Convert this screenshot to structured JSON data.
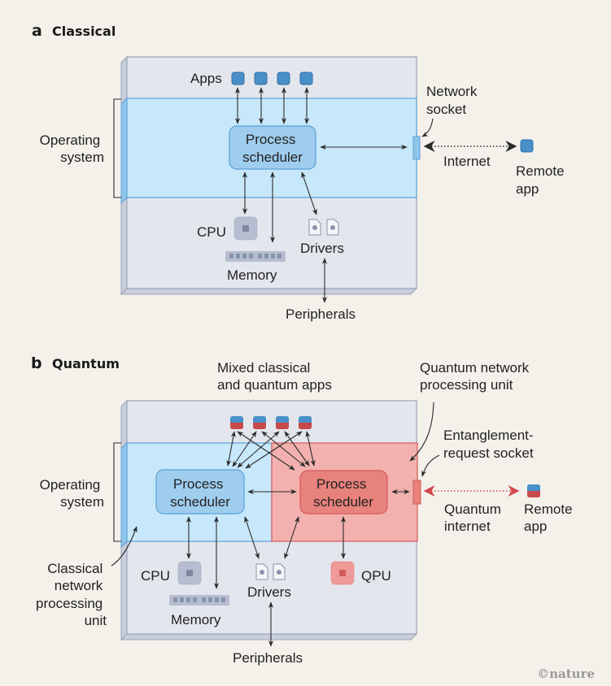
{
  "panel_a": {
    "letter": "a",
    "title": "Classical",
    "apps_label": "Apps",
    "os_label": [
      "Operating",
      "system"
    ],
    "scheduler_label": [
      "Process",
      "scheduler"
    ],
    "network_socket_label": [
      "Network",
      "socket"
    ],
    "internet_label": "Internet",
    "remote_app_label": [
      "Remote",
      "app"
    ],
    "cpu_label": "CPU",
    "memory_label": "Memory",
    "drivers_label": "Drivers",
    "peripherals_label": "Peripherals",
    "app_count": 4
  },
  "panel_b": {
    "letter": "b",
    "title": "Quantum",
    "apps_label": [
      "Mixed classical",
      "and quantum apps"
    ],
    "qnpu_label": [
      "Quantum network",
      "processing unit"
    ],
    "ent_socket_label": [
      "Entanglement-",
      "request socket"
    ],
    "os_label": [
      "Operating",
      "system"
    ],
    "classical_scheduler_label": [
      "Process",
      "scheduler"
    ],
    "quantum_scheduler_label": [
      "Process",
      "scheduler"
    ],
    "quantum_internet_label": [
      "Quantum",
      "internet"
    ],
    "remote_app_label": [
      "Remote",
      "app"
    ],
    "cnpu_label": [
      "Classical",
      "network",
      "processing",
      "unit"
    ],
    "cpu_label": "CPU",
    "memory_label": "Memory",
    "drivers_label": "Drivers",
    "qpu_label": "QPU",
    "peripherals_label": "Peripherals",
    "app_count": 4
  },
  "credit": "©nature",
  "colors": {
    "background": "#f4f1eb",
    "box_fill": "#e4e6ee",
    "box_stroke": "#9aa4b8",
    "os_fill": "#c7e8fa",
    "os_stroke": "#5b9fd6",
    "scheduler_fill": "#9fcdee",
    "app_blue": "#4a90c8",
    "quantum_fill": "#f2b1af",
    "quantum_stroke": "#d35a58",
    "quantum_scheduler_fill": "#e8827d",
    "app_red": "#c9484a",
    "arrow_red": "#d0464a"
  }
}
